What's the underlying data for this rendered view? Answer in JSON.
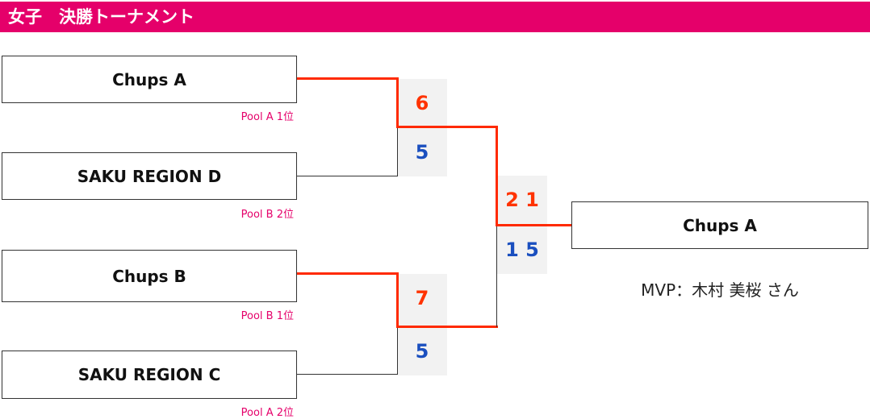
{
  "header": {
    "title": "女子　決勝トーナメント"
  },
  "colors": {
    "accent": "#e5006a",
    "winner_line": "#ff2a00",
    "winner_score": "#ff3300",
    "loser_score": "#1a4fbf"
  },
  "teams": [
    {
      "name": "Chups A",
      "pool": "Pool A 1位"
    },
    {
      "name": "SAKU REGION D",
      "pool": "Pool B 2位"
    },
    {
      "name": "Chups B",
      "pool": "Pool B 1位"
    },
    {
      "name": "SAKU REGION C",
      "pool": "Pool A 2位"
    }
  ],
  "semifinals": [
    {
      "top_score": "6",
      "bottom_score": "5"
    },
    {
      "top_score": "7",
      "bottom_score": "5"
    }
  ],
  "final": {
    "top_score": "2 1",
    "bottom_score": "1 5"
  },
  "champion": {
    "name": "Chups A"
  },
  "mvp": {
    "text": "MVP：木村 美桜 さん"
  }
}
